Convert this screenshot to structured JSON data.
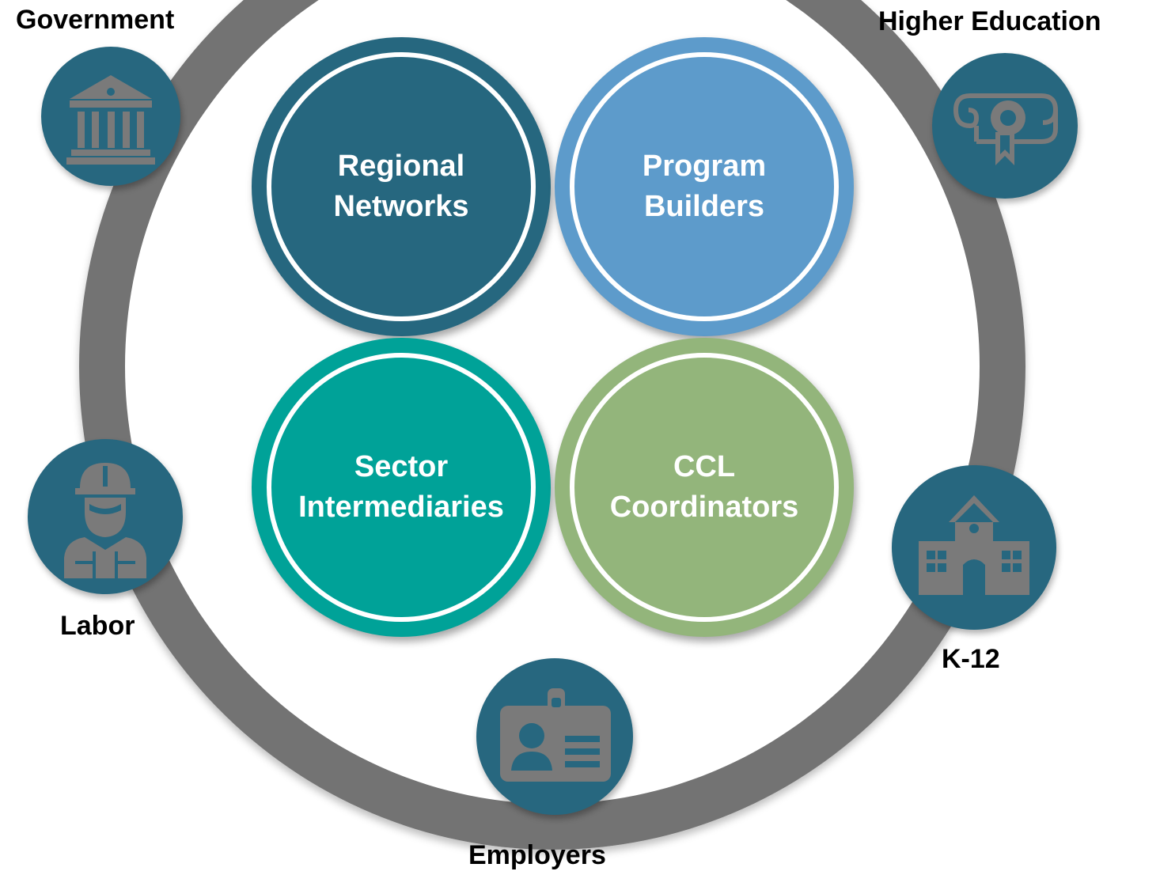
{
  "core_circles": [
    {
      "label": "Regional\nNetworks",
      "color": "#26677f"
    },
    {
      "label": "Program\nBuilders",
      "color": "#5d9bcb"
    },
    {
      "label": "Sector\nIntermediaries",
      "color": "#00a298"
    },
    {
      "label": "CCL\nCoordinators",
      "color": "#93b57b"
    }
  ],
  "stakeholders": [
    {
      "label": "Government",
      "icon": "government-building-icon"
    },
    {
      "label": "Higher Education",
      "icon": "diploma-icon"
    },
    {
      "label": "Labor",
      "icon": "worker-icon"
    },
    {
      "label": "K-12",
      "icon": "school-icon"
    },
    {
      "label": "Employers",
      "icon": "id-badge-icon"
    }
  ],
  "colors": {
    "ring": "#737373",
    "stakeholder_circle": "#27677f",
    "icon": "#7a7a7a"
  }
}
